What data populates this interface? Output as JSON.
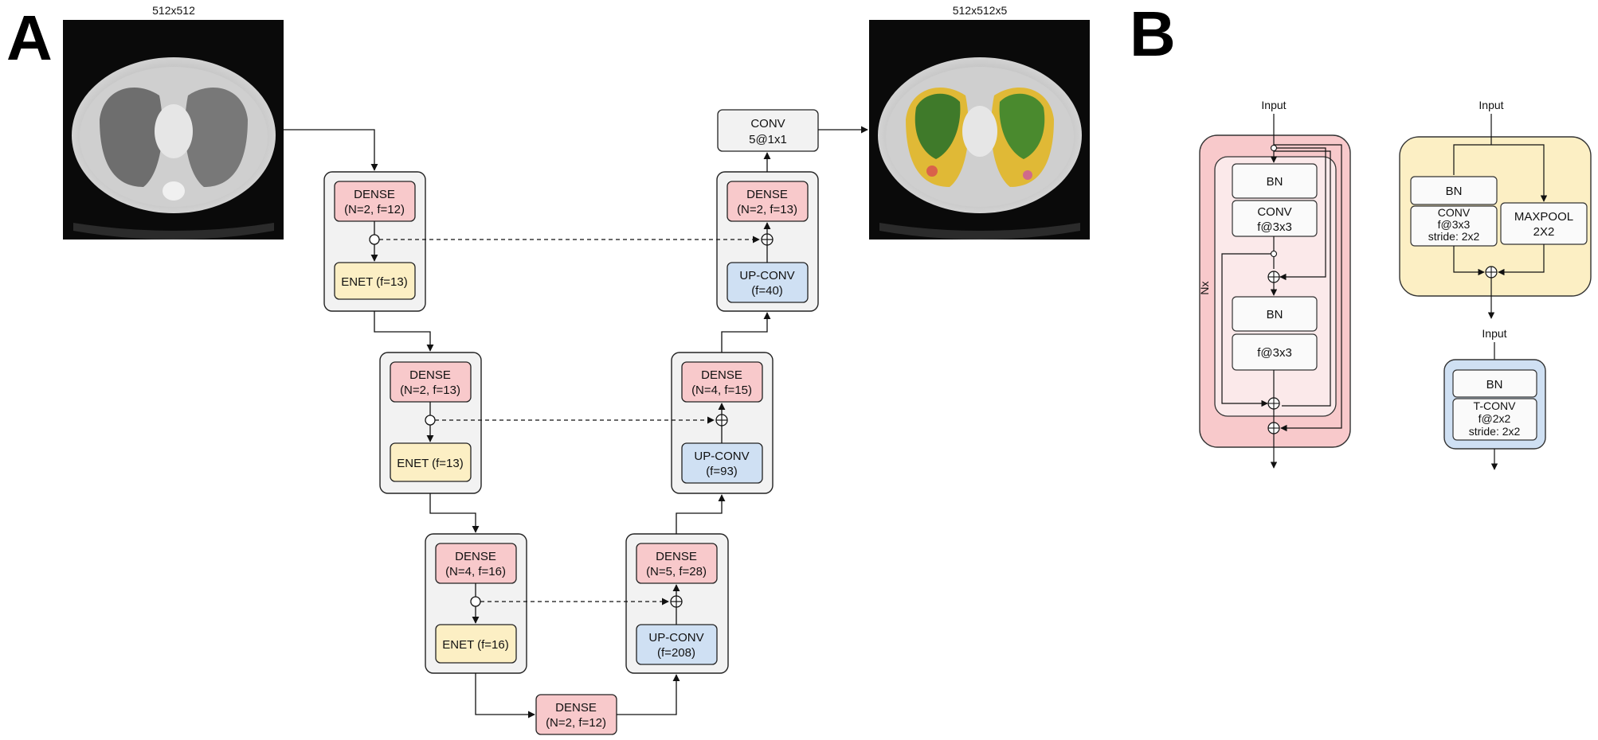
{
  "panel_a": {
    "letter": "A",
    "input_label": "512x512",
    "output_label": "512x512x5",
    "final_conv": {
      "line1": "CONV",
      "line2": "5@1x1"
    },
    "encoder": [
      {
        "dense1": "DENSE",
        "dense2": "(N=2, f=12)",
        "enet": "ENET (f=13)"
      },
      {
        "dense1": "DENSE",
        "dense2": "(N=2, f=13)",
        "enet": "ENET (f=13)"
      },
      {
        "dense1": "DENSE",
        "dense2": "(N=4, f=16)",
        "enet": "ENET (f=16)"
      }
    ],
    "bottleneck": {
      "line1": "DENSE",
      "line2": "(N=2, f=12)"
    },
    "decoder": [
      {
        "dense1": "DENSE",
        "dense2": "(N=2, f=13)",
        "up1": "UP-CONV",
        "up2": "(f=40)"
      },
      {
        "dense1": "DENSE",
        "dense2": "(N=4, f=15)",
        "up1": "UP-CONV",
        "up2": "(f=93)"
      },
      {
        "dense1": "DENSE",
        "dense2": "(N=5, f=28)",
        "up1": "UP-CONV",
        "up2": "(f=208)"
      }
    ]
  },
  "panel_b": {
    "letter": "B",
    "dense_block": {
      "input": "Input",
      "repeat": "Nx",
      "bn1": "BN",
      "conv1_l1": "CONV",
      "conv1_l2": "f@3x3",
      "bn2": "BN",
      "conv2": "f@3x3"
    },
    "enet_block": {
      "input": "Input",
      "bn": "BN",
      "conv_l1": "CONV",
      "conv_l2": "f@3x3",
      "conv_l3": "stride: 2x2",
      "pool_l1": "MAXPOOL",
      "pool_l2": "2X2"
    },
    "upconv_block": {
      "input": "Input",
      "bn": "BN",
      "tconv_l1": "T-CONV",
      "tconv_l2": "f@2x2",
      "tconv_l3": "stride: 2x2"
    }
  },
  "colors": {
    "dense": "#f8c9cb",
    "enet": "#fcefc4",
    "upconv": "#cfe0f3",
    "container": "#f2f2f2",
    "conv": "#f2f2f2"
  }
}
